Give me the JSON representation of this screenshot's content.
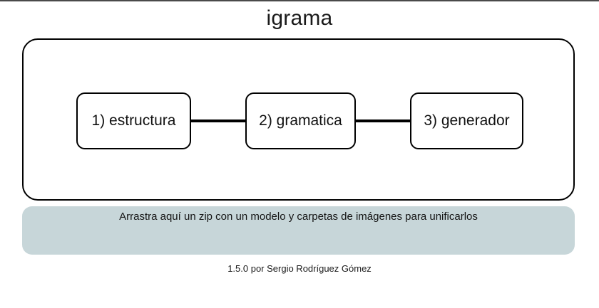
{
  "window": {
    "title": "igrama"
  },
  "diagram": {
    "steps": [
      {
        "label": "1) estructura",
        "name": "estructura"
      },
      {
        "label": "2) gramatica",
        "name": "gramatica"
      },
      {
        "label": "3) generador",
        "name": "generador"
      }
    ]
  },
  "drop_zone": {
    "instruction": "Arrastra aquí un zip con un modelo y carpetas de imágenes para unificarlos",
    "background_color": "#c7d6d9"
  },
  "footer": {
    "credit": "1.5.0 por Sergio Rodríguez Gómez",
    "version": "1.5.0",
    "author": "Sergio Rodríguez Gómez"
  },
  "colors": {
    "page_background": "#ffffff",
    "outline": "#000000",
    "text": "#111111",
    "drop_zone": "#c7d6d9"
  }
}
